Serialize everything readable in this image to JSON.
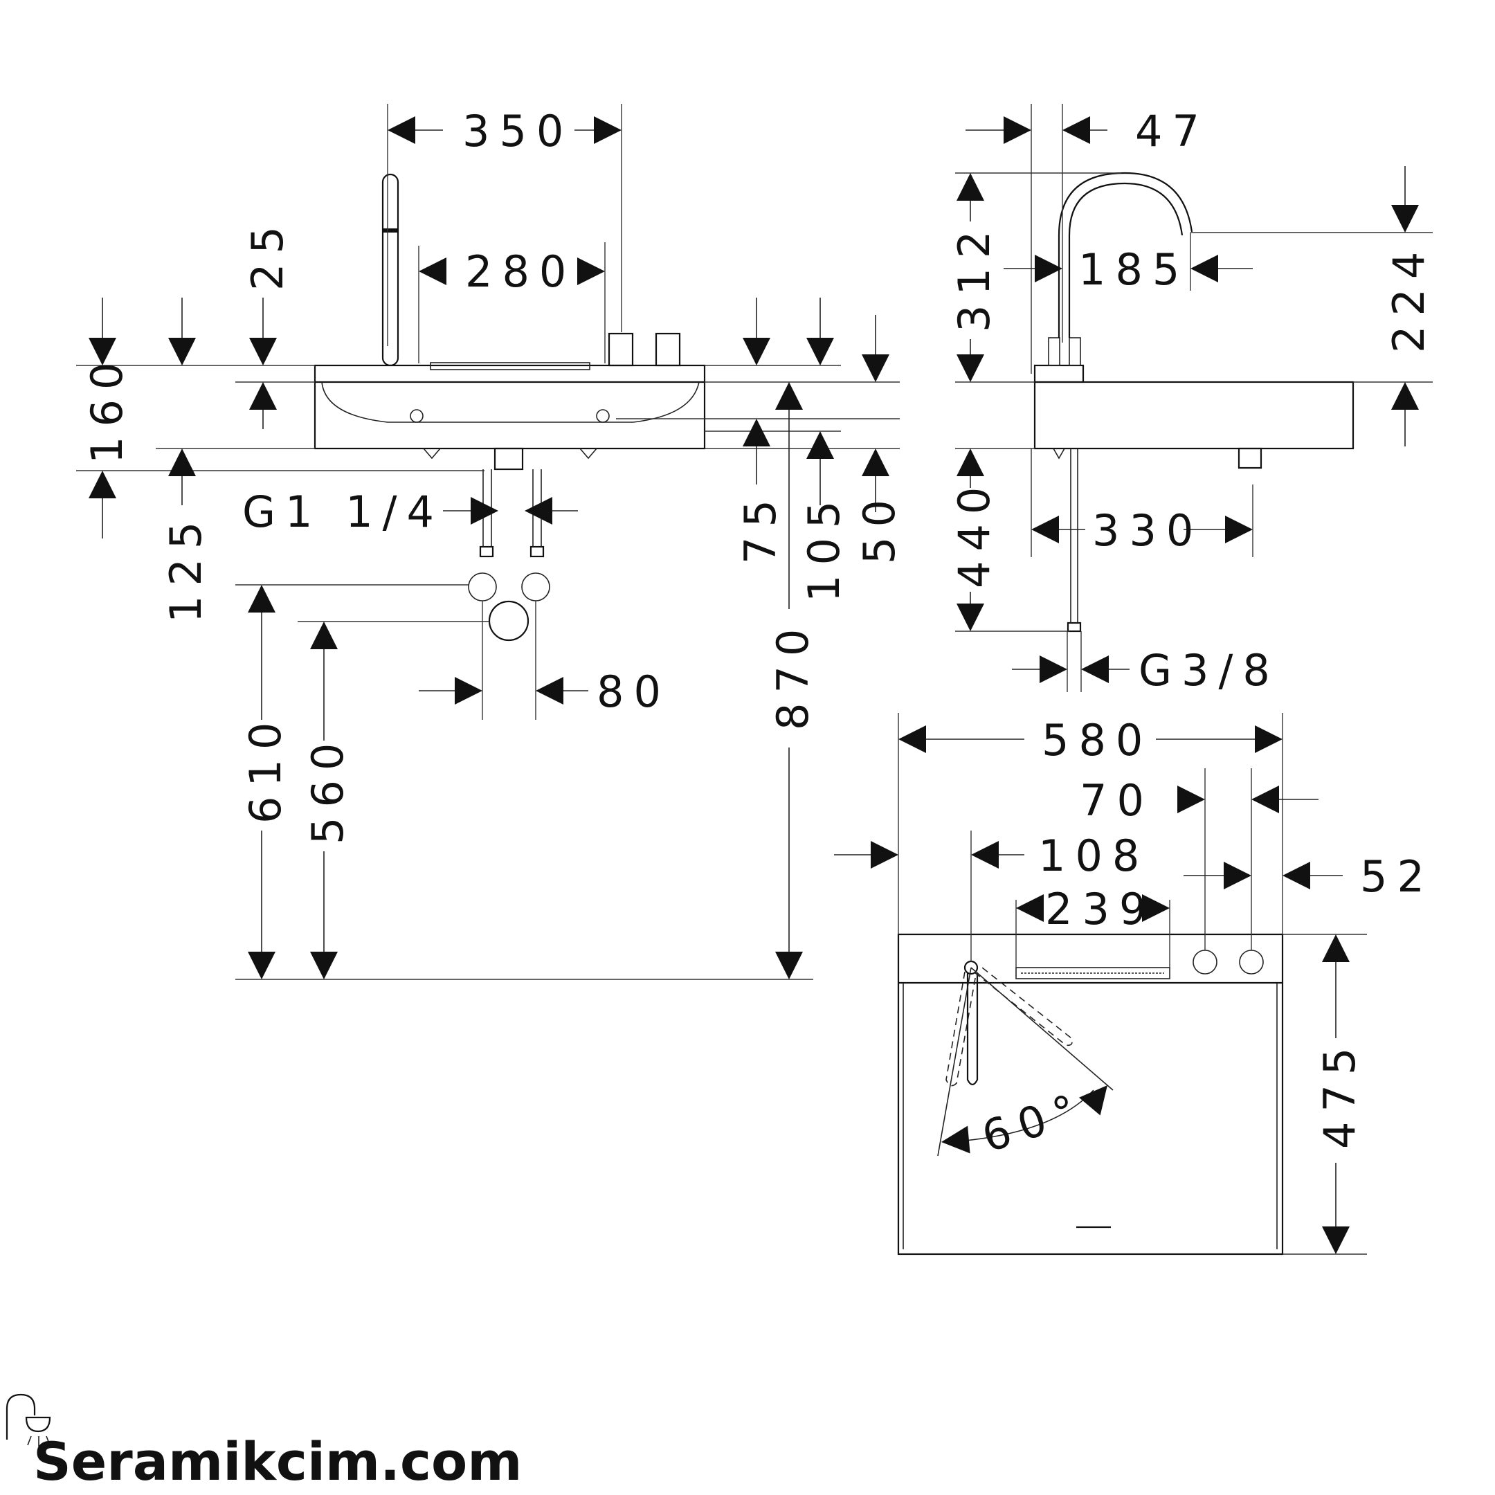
{
  "front_view": {
    "dims": {
      "d350": "350",
      "d280": "280",
      "d25": "25",
      "d160": "160",
      "d125": "125",
      "d75": "75",
      "d105": "105",
      "d50": "50",
      "d870": "870",
      "d610": "610",
      "d560": "560",
      "d80": "80",
      "thread": "G1 1/4"
    }
  },
  "side_view": {
    "dims": {
      "d47": "47",
      "d312": "312",
      "d185": "185",
      "d224": "224",
      "d440": "440",
      "d330": "330",
      "thread": "G3/8"
    }
  },
  "top_view": {
    "dims": {
      "d580": "580",
      "d70": "70",
      "d108": "108",
      "d239": "239",
      "d52": "52",
      "d475": "475",
      "angle": "60°"
    }
  },
  "brand": {
    "name": "Seramikcim.com",
    "icon": "shower-head-icon"
  }
}
